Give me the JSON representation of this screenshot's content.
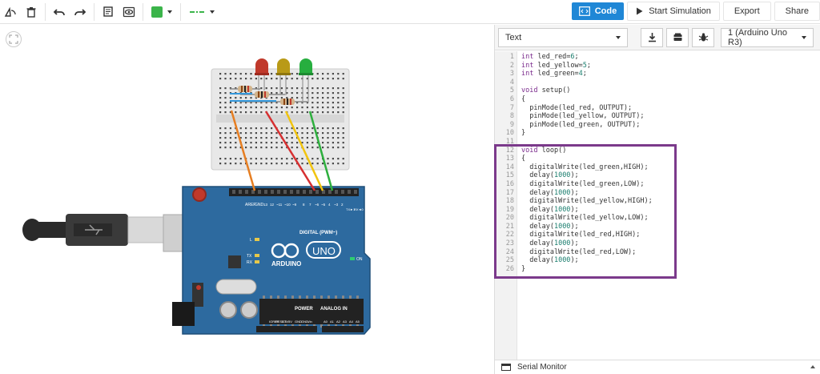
{
  "toolbar": {
    "right": {
      "code_label": "Code",
      "start_sim_label": "Start Simulation",
      "export_label": "Export",
      "share_label": "Share"
    },
    "colors": {
      "fill": "#3bb44a",
      "wire": "#3bb44a",
      "accent": "#1f87d6"
    }
  },
  "panel": {
    "mode_label": "Text",
    "board_label": "1 (Arduino Uno R3)",
    "serial_label": "Serial Monitor"
  },
  "code": {
    "line_numbers": [
      "1",
      "2",
      "3",
      "4",
      "5",
      "6",
      "7",
      "8",
      "9",
      "10",
      "11",
      "12",
      "13",
      "14",
      "15",
      "16",
      "17",
      "18",
      "19",
      "20",
      "21",
      "22",
      "23",
      "24",
      "25",
      "26"
    ],
    "lines": [
      "int led_red=6;",
      "int led_yellow=5;",
      "int led_green=4;",
      "",
      "void setup()",
      "{",
      "  pinMode(led_red, OUTPUT);",
      "  pinMode(led_yellow, OUTPUT);",
      "  pinMode(led_green, OUTPUT);",
      "}",
      "",
      "void loop()",
      "{",
      "  digitalWrite(led_green,HIGH);",
      "  delay(1000);",
      "  digitalWrite(led_green,LOW);",
      "  delay(1000);",
      "  digitalWrite(led_yellow,HIGH);",
      "  delay(1000);",
      "  digitalWrite(led_yellow,LOW);",
      "  delay(1000);",
      "  digitalWrite(led_red,HIGH);",
      "  delay(1000);",
      "  digitalWrite(led_red,LOW);",
      "  delay(1000);",
      "}"
    ],
    "highlight_color": "#7b3a8b"
  },
  "board": {
    "logo": "ARDUINO",
    "model": "UNO",
    "digital_label": "DIGITAL (PWM~)",
    "power_label": "POWER",
    "analog_label": "ANALOG IN",
    "aref_label": "AREF",
    "gnd_label": "GND",
    "on_label": "ON",
    "tx_label": "TX",
    "rx_label": "RX",
    "l_label": "L",
    "pin_labels": [
      "13",
      "12",
      "~11",
      "~10",
      "~9",
      "8",
      "7",
      "~6",
      "~5",
      "4",
      "~3",
      "2",
      "TX►1",
      "RX◄0"
    ],
    "power_pins": [
      "IOREF",
      "RESET",
      "3.3V",
      "5V",
      "GND",
      "GND",
      "Vin"
    ],
    "analog_pins": [
      "A0",
      "A1",
      "A2",
      "A3",
      "A4",
      "A5"
    ],
    "color": "#2d6a9f"
  },
  "leds": [
    {
      "name": "red",
      "color": "#c0392b"
    },
    {
      "name": "yellow",
      "color": "#b99a17"
    },
    {
      "name": "green",
      "color": "#27ae3f"
    }
  ],
  "wires": [
    {
      "name": "gnd",
      "color": "#e67e22"
    },
    {
      "name": "red",
      "color": "#d63031"
    },
    {
      "name": "yellow",
      "color": "#f1c40f"
    },
    {
      "name": "green",
      "color": "#2eaf3e"
    }
  ]
}
